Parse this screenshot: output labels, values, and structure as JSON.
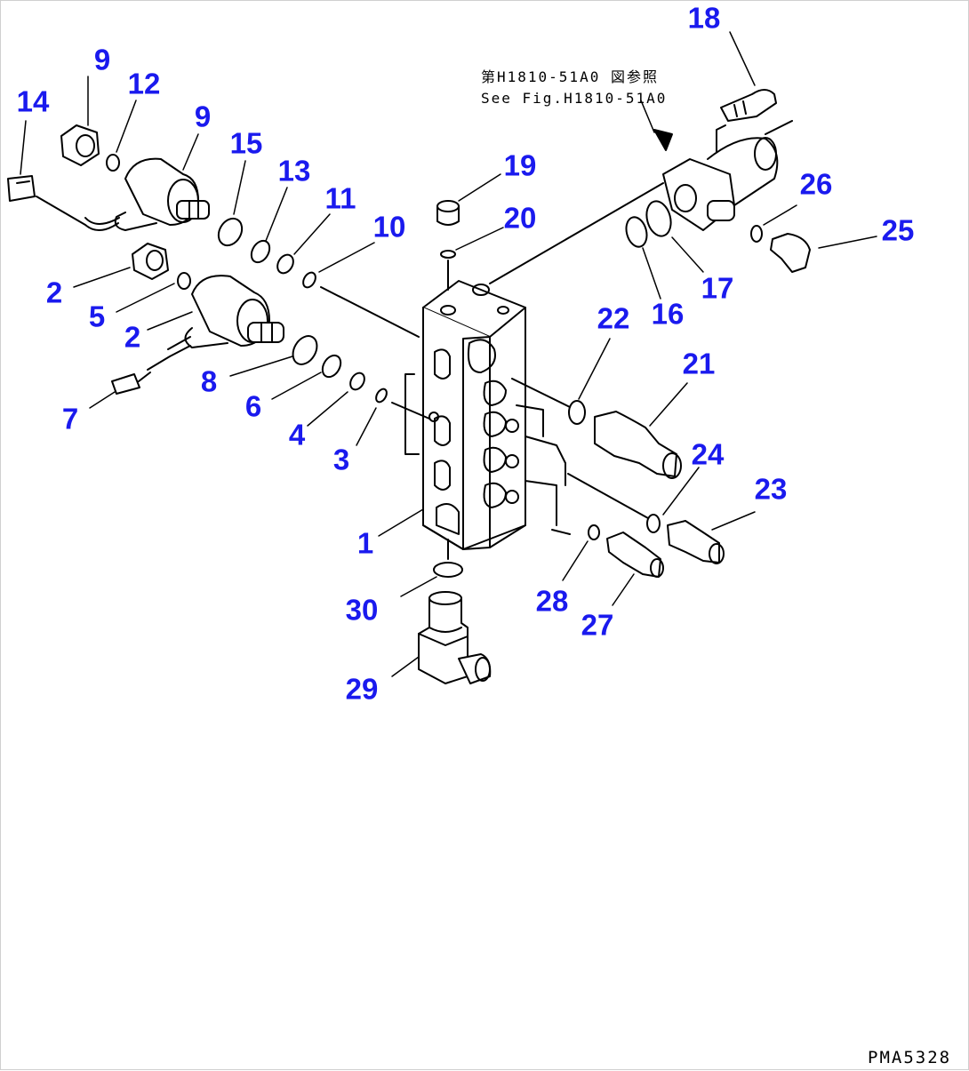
{
  "diagram": {
    "reference_note_jp": "第H1810-51A0 図参照",
    "reference_note_en": "See Fig.H1810-51A0",
    "drawing_code": "PMA5328",
    "ink_color": "#000000",
    "callout_color": "#1a1aee",
    "callouts": {
      "c1": "1",
      "c2a": "2",
      "c2b": "2",
      "c3": "3",
      "c4": "4",
      "c5": "5",
      "c6": "6",
      "c7": "7",
      "c8": "8",
      "c9a": "9",
      "c9b": "9",
      "c10": "10",
      "c11": "11",
      "c12": "12",
      "c13": "13",
      "c14": "14",
      "c15": "15",
      "c16": "16",
      "c17": "17",
      "c18": "18",
      "c19": "19",
      "c20": "20",
      "c21": "21",
      "c22": "22",
      "c23": "23",
      "c24": "24",
      "c25": "25",
      "c26": "26",
      "c27": "27",
      "c28": "28",
      "c29": "29",
      "c30": "30"
    }
  }
}
